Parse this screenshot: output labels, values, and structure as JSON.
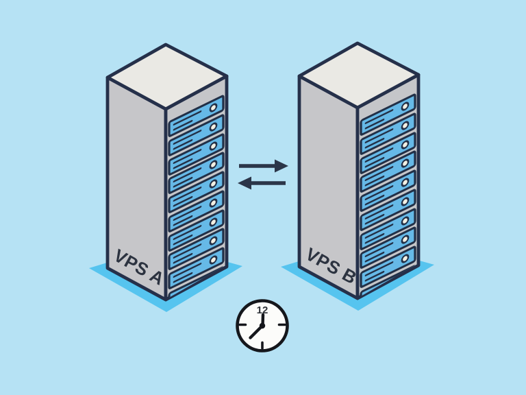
{
  "background": "#b6e2f4",
  "servers": [
    {
      "label": "VPS A",
      "slot_count": 9
    },
    {
      "label": "VPS B",
      "slot_count": 9
    }
  ],
  "sync": {
    "direction": "bidirectional"
  },
  "clock": {
    "label": "12"
  },
  "colors": {
    "bg": "#b6e2f4",
    "platform": "#56c4ef",
    "face-left": "#c6c6c9",
    "face-right": "#c5c6c9",
    "face-top": "#eae9e4",
    "outline": "#25304a",
    "panel": "#66b9e7",
    "panel-stroke": "#223047",
    "led": "#f3f0e3",
    "arrow": "#2b3548",
    "ink": "#2c3340",
    "clock-stroke": "#15171c",
    "clock-face": "#fcfcfa"
  }
}
